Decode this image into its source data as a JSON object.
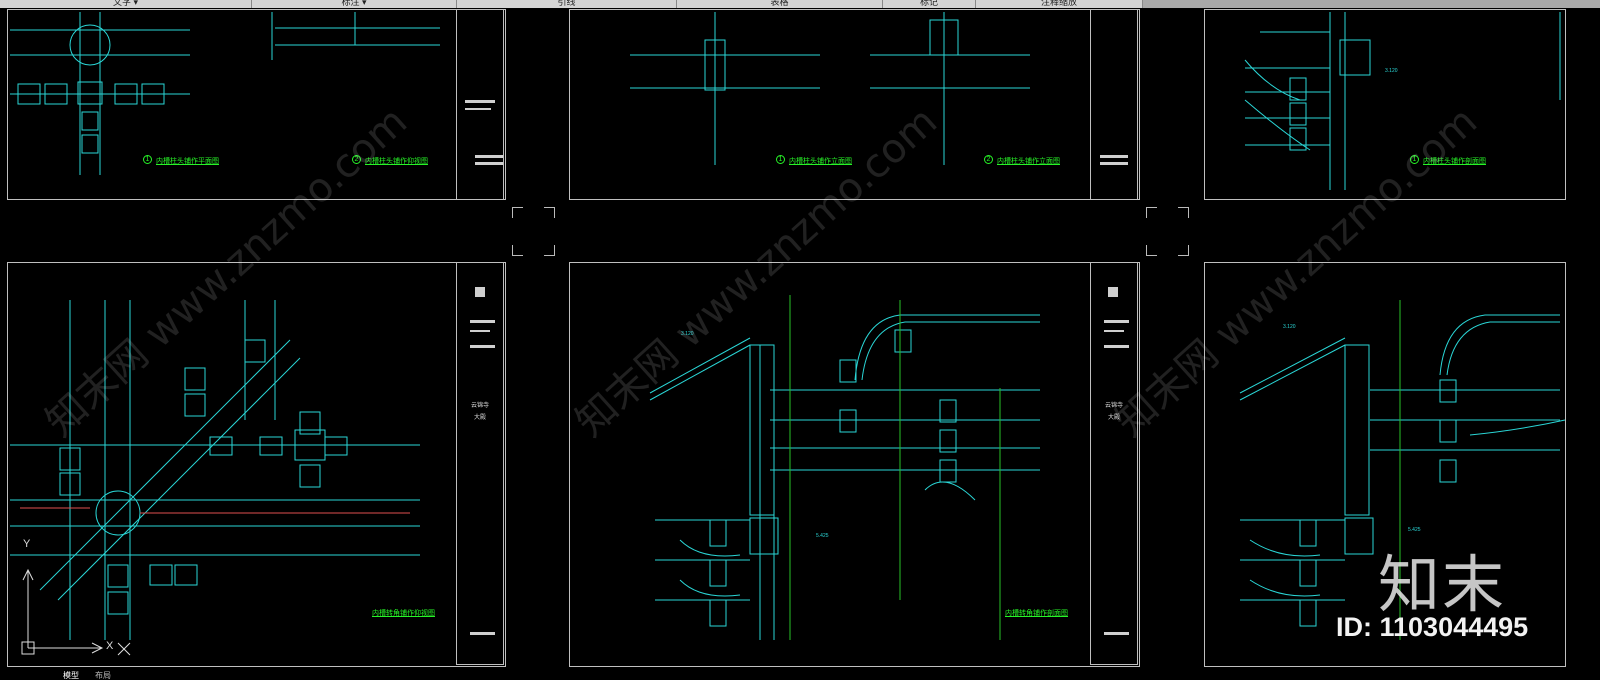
{
  "toolbar": {
    "items": [
      "文字 ▾",
      "标注 ▾",
      "引线",
      "表格",
      "标记",
      "注释缩放"
    ]
  },
  "captions": {
    "s1_a": "内槽柱头铺作平面图",
    "s1_b": "内槽柱头铺作仰视图",
    "s2_a": "内槽柱头铺作立面图",
    "s2_b": "内槽柱头铺作立面图",
    "s3_a": "内槽柱头铺作剖面图",
    "s4": "内槽转角铺作仰视图",
    "s5": "内槽转角铺作剖面图"
  },
  "circle_numbers": [
    "1",
    "2",
    "1",
    "2",
    "1"
  ],
  "title_block": {
    "project": "云锦寺",
    "drawing": "大殿"
  },
  "dimensions": {
    "d1": "3.120",
    "d2": "3.120",
    "d3": "5.425",
    "d4": "3.120",
    "d5": "5.425"
  },
  "axis": {
    "y": "Y",
    "x": "X"
  },
  "bottom_tabs": [
    "模型",
    "布局"
  ],
  "watermark": {
    "site": "知末网 www.znzmo.com",
    "logo": "知末",
    "id": "ID: 1103044495"
  }
}
